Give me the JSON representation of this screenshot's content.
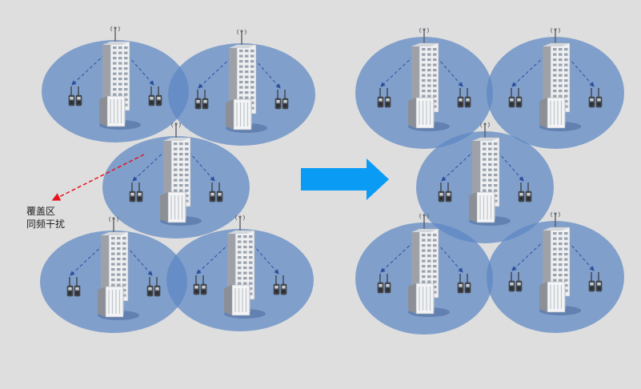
{
  "annotation": {
    "line1": "覆盖区",
    "line2": "同频干扰"
  },
  "colors": {
    "background": "#dedede",
    "cell_fill": "#5b86c4",
    "interference_arrow": "#e8141c",
    "transition_arrow": "#0a9cf5",
    "signal_dash": "#2a4fa0"
  },
  "icons": {
    "cell": "cell-tower-building-icon",
    "radio": "walkie-talkie-icon",
    "antenna": "antenna-icon",
    "transition": "right-arrow-icon"
  },
  "diagrams": [
    {
      "name": "before-overlapping-coverage",
      "cell_count": 5
    },
    {
      "name": "after-separated-coverage",
      "cell_count": 5
    }
  ]
}
